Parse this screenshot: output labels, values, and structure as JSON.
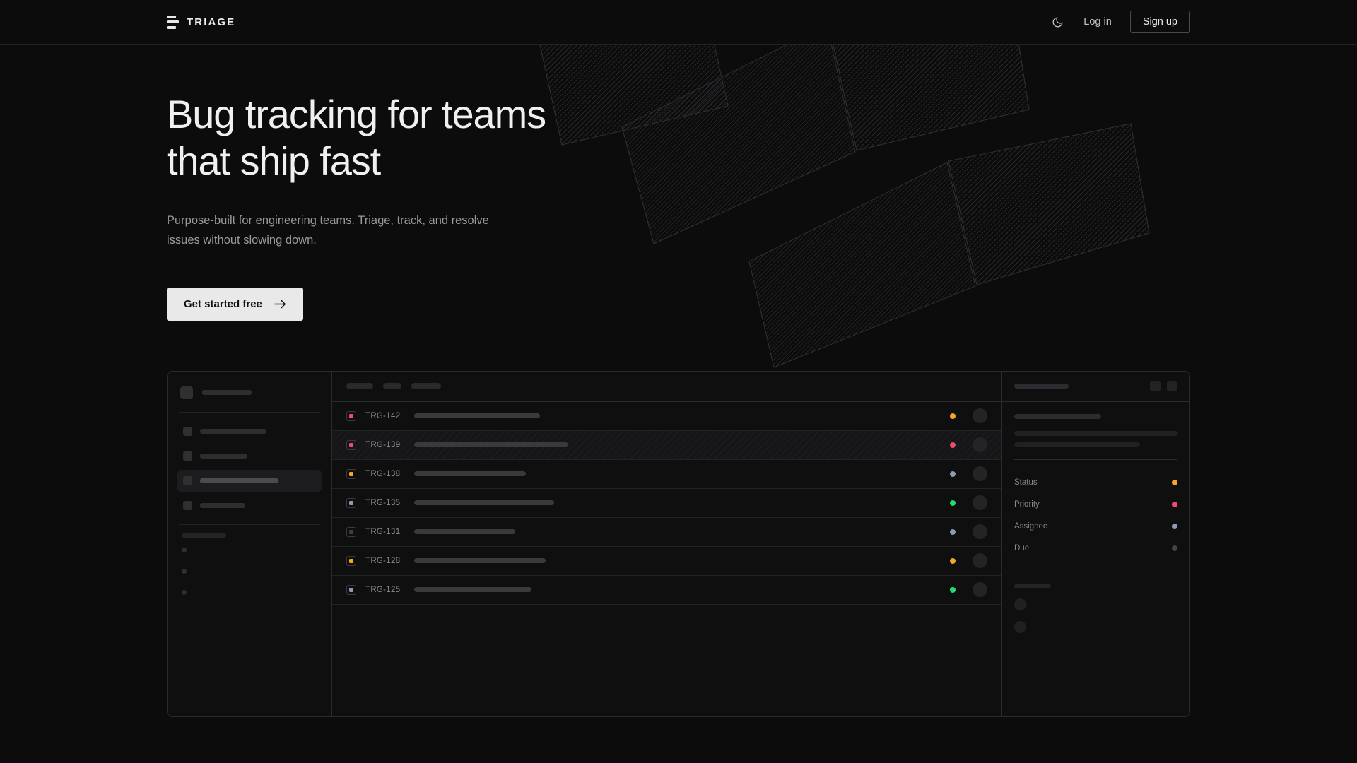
{
  "brand": {
    "name": "TRIAGE",
    "logo_icon": "stacked-bars-logo-icon"
  },
  "nav": {
    "theme_toggle_icon": "moon-icon",
    "login_label": "Log in",
    "signup_label": "Sign up"
  },
  "hero": {
    "heading_line1": "Bug tracking for teams",
    "heading_line2": "that ship fast",
    "subheading": "Purpose-built for engineering teams. Triage, track, and resolve issues without slowing down.",
    "cta_label": "Get started free",
    "cta_icon": "arrow-right-icon"
  },
  "colors": {
    "page_bg": "#0c0c0d",
    "panel_bg": "#0f0f10",
    "border": "#2b2b2d",
    "text_primary": "#f0f0f0",
    "text_muted": "#9a9a9d",
    "cta_bg": "#e9e9e9",
    "status_amber": "#f5a623",
    "status_pink": "#ef4a72",
    "status_slate": "#8d9cb0",
    "status_green": "#22dd6e",
    "status_muted": "#4b4b4f"
  },
  "mockup": {
    "sidebar": {
      "workspace_placeholder_width": 70,
      "nav_items": [
        {
          "width": 94,
          "active": false
        },
        {
          "width": 67,
          "active": false
        },
        {
          "width": 111,
          "active": true
        },
        {
          "width": 64,
          "active": false
        }
      ],
      "section_label_width": 63,
      "dot_items": 3
    },
    "toolbar": {
      "pills": [
        38,
        26,
        42
      ]
    },
    "issues": [
      {
        "id": "TRG-142",
        "priority_color": "#ef4a72",
        "priority_muted": false,
        "title_width": 178,
        "status_color": "#f5a623",
        "selected": false
      },
      {
        "id": "TRG-139",
        "priority_color": "#ef4a72",
        "priority_muted": false,
        "title_width": 218,
        "status_color": "#ef4a72",
        "selected": true
      },
      {
        "id": "TRG-138",
        "priority_color": "#f5a623",
        "priority_muted": false,
        "title_width": 158,
        "status_color": "#8d9cb0",
        "selected": false
      },
      {
        "id": "TRG-135",
        "priority_color": "#8d9cb0",
        "priority_muted": false,
        "title_width": 198,
        "status_color": "#22dd6e",
        "selected": false
      },
      {
        "id": "TRG-131",
        "priority_color": "#3f3f43",
        "priority_muted": true,
        "title_width": 143,
        "status_color": "#8d9cb0",
        "selected": false
      },
      {
        "id": "TRG-128",
        "priority_color": "#f5a623",
        "priority_muted": false,
        "title_width": 186,
        "status_color": "#f5a623",
        "selected": false
      },
      {
        "id": "TRG-125",
        "priority_color": "#8d9cb0",
        "priority_muted": false,
        "title_width": 166,
        "status_color": "#22dd6e",
        "selected": false
      }
    ],
    "detail": {
      "header_placeholder_width": 77,
      "action_buttons": 2,
      "title_width": 123,
      "description_lines": [
        232,
        178
      ],
      "meta": [
        {
          "label": "Status",
          "dot_color": "#f5a623"
        },
        {
          "label": "Priority",
          "dot_color": "#ef4a72"
        },
        {
          "label": "Assignee",
          "dot_color": "#8d9cb0"
        },
        {
          "label": "Due",
          "dot_color": "#44444a"
        }
      ],
      "activity_label_width": 52,
      "activity_items": 2
    }
  }
}
